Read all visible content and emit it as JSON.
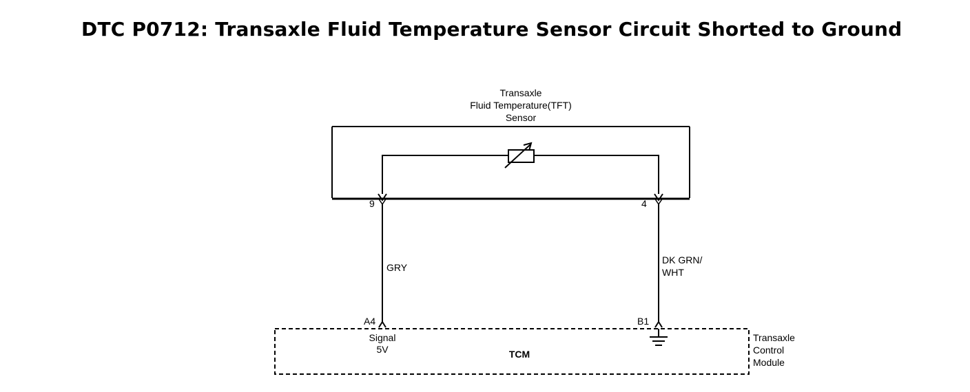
{
  "title": "DTC P0712: Transaxle Fluid Temperature Sensor Circuit Shorted to Ground",
  "sensor": {
    "label_line1": "Transaxle",
    "label_line2": "Fluid Temperature(TFT)",
    "label_line3": "Sensor",
    "pin_left": "9",
    "pin_right": "4"
  },
  "wires": {
    "left_color": "GRY",
    "right_color_line1": "DK GRN/",
    "right_color_line2": "WHT"
  },
  "module": {
    "pin_left": "A4",
    "pin_right": "B1",
    "signal_line1": "Signal",
    "signal_line2": "5V",
    "name": "TCM",
    "label_line1": "Transaxle",
    "label_line2": "Control",
    "label_line3": "Module"
  }
}
